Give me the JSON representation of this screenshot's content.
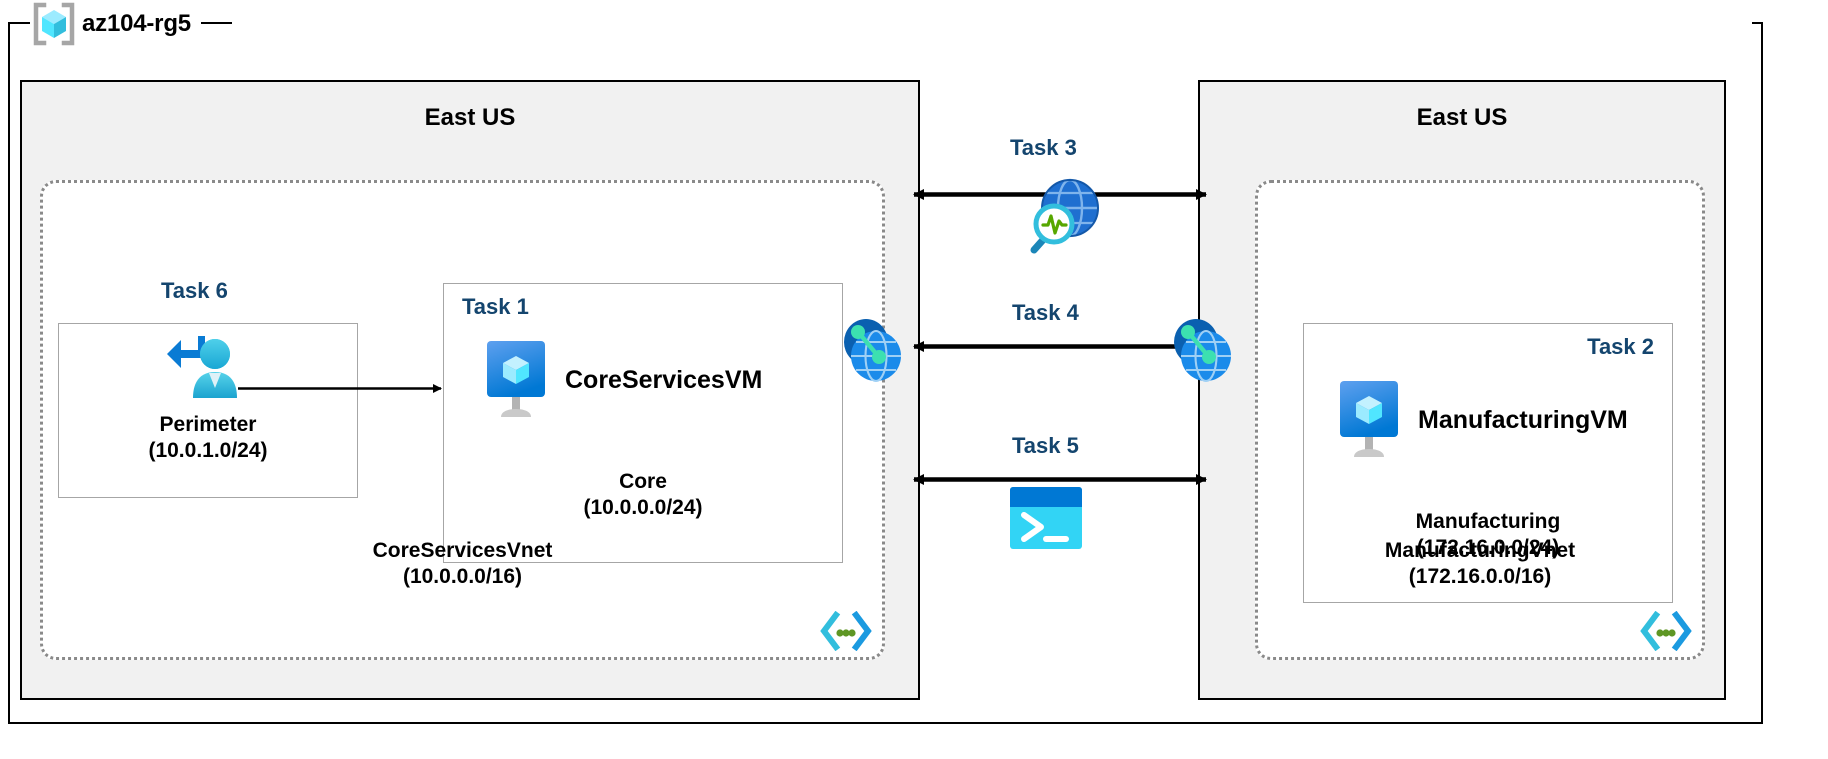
{
  "diagram": {
    "type": "azure-architecture",
    "resource_group": {
      "name": "az104-rg5",
      "icon": "resource-group-cube-icon"
    },
    "colors": {
      "task_label": "#14456e",
      "region_background": "#f1f1f1",
      "vnet_border": "#8a8a8a",
      "subnet_border": "#a6a6a6",
      "frame_border": "#000000",
      "azure_blue": "#0078d4",
      "cyan": "#32bedd",
      "green_dot": "#5e9624"
    },
    "regions": [
      {
        "id": "left",
        "title": "East US"
      },
      {
        "id": "right",
        "title": "East US"
      }
    ],
    "vnets": [
      {
        "id": "core",
        "name": "CoreServicesVnet",
        "cidr": "(10.0.0.0/16)",
        "corner_icon": "vnet-brackets-icon"
      },
      {
        "id": "manufacturing",
        "name": "ManufacturingVnet",
        "cidr": "(172.16.0.0/16)",
        "corner_icon": "vnet-brackets-icon"
      }
    ],
    "subnets": [
      {
        "id": "perimeter",
        "name": "Perimeter",
        "cidr": "(10.0.1.0/24)",
        "task": "Task 6",
        "icon": "user-login-icon"
      },
      {
        "id": "core",
        "name": "Core",
        "cidr": "(10.0.0.0/24)",
        "task": "Task 1",
        "icon": "virtual-machine-icon"
      },
      {
        "id": "manufacturing",
        "name": "Manufacturing",
        "cidr": "(172.16.0.0/24)",
        "task": "Task 2",
        "icon": "virtual-machine-icon"
      }
    ],
    "virtual_machines": [
      {
        "id": "core-vm",
        "name": "CoreServicesVM",
        "icon": "virtual-machine-icon"
      },
      {
        "id": "mfg-vm",
        "name": "ManufacturingVM",
        "icon": "virtual-machine-icon"
      }
    ],
    "connections": [
      {
        "id": "task3",
        "task": "Task 3",
        "icon": "network-watcher-icon",
        "direction": "bidirectional"
      },
      {
        "id": "task4",
        "task": "Task 4",
        "icon": "vnet-peering-icon",
        "direction": "bidirectional"
      },
      {
        "id": "task5",
        "task": "Task 5",
        "icon": "cloud-shell-icon",
        "direction": "bidirectional"
      }
    ],
    "peering_endpoints": [
      {
        "id": "peer-left",
        "icon": "vnet-peering-icon"
      },
      {
        "id": "peer-right",
        "icon": "vnet-peering-icon"
      }
    ],
    "internet": {
      "icon": "globe-outline-icon"
    }
  }
}
